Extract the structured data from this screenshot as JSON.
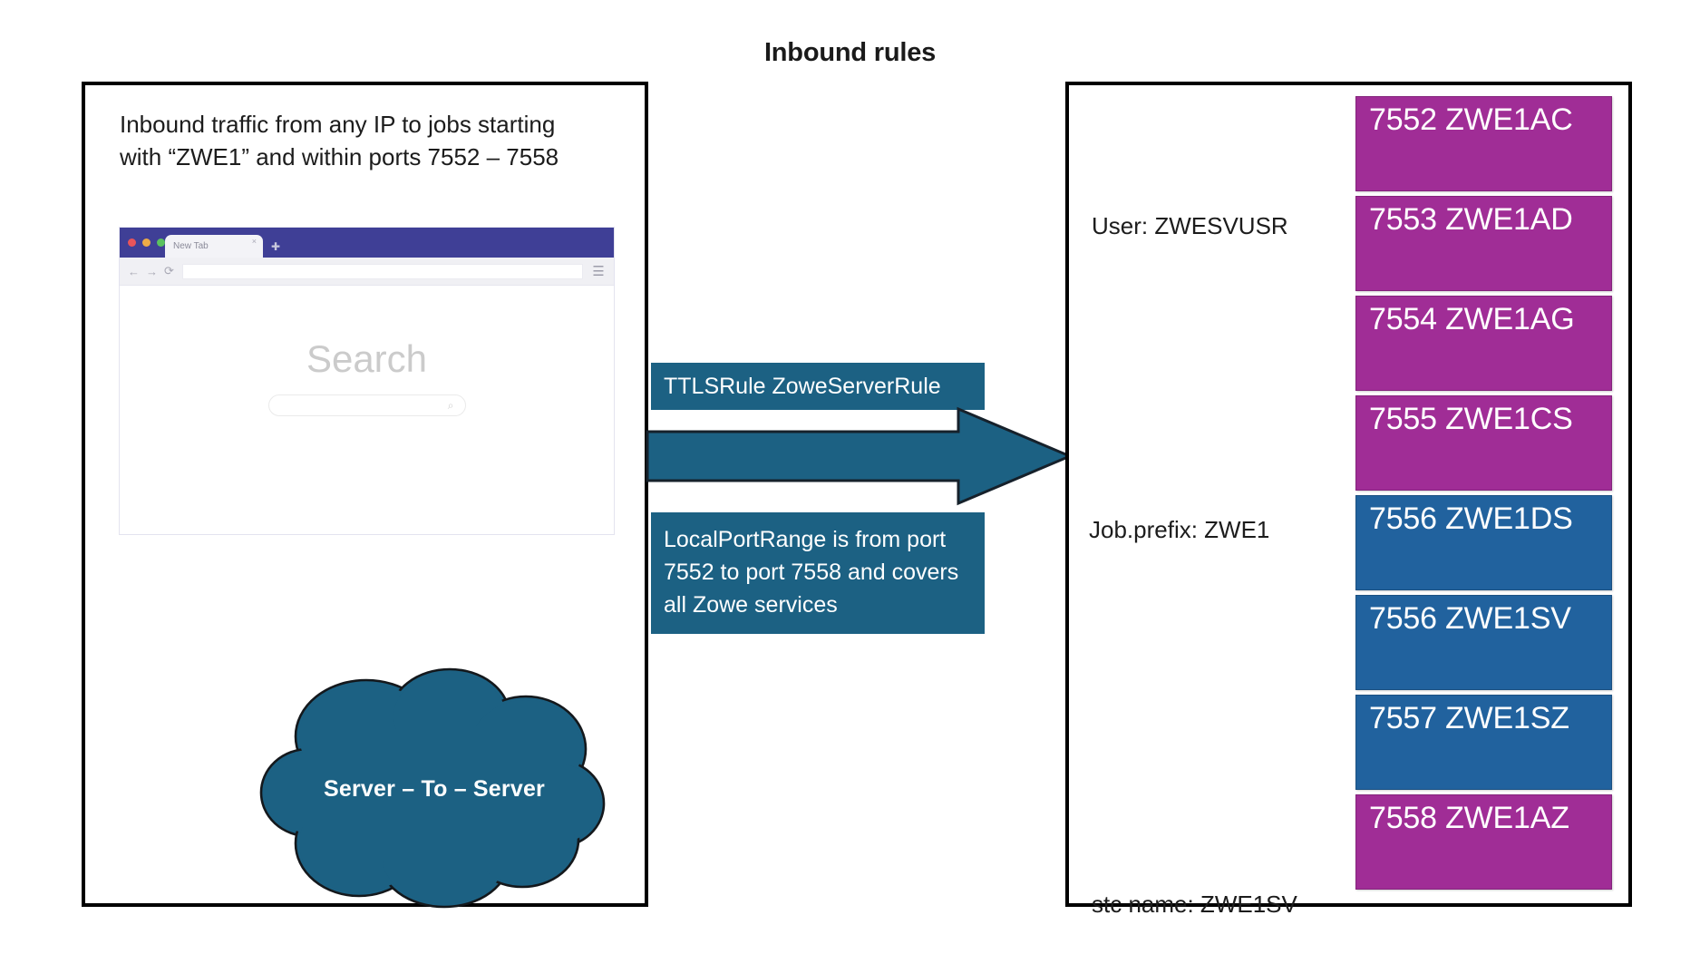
{
  "title": "Inbound rules",
  "left_panel": {
    "caption": "Inbound traffic from any IP to jobs starting with “ZWE1” and within ports 7552 – 7558",
    "browser": {
      "tab_title": "New Tab",
      "tab_close_glyph": "×",
      "new_tab_glyph": "✚",
      "back_glyph": "←",
      "forward_glyph": "→",
      "reload_glyph": "⟳",
      "address_value": "",
      "bookmark_glyph": "☆",
      "menu_glyph": "☰",
      "search_heading": "Search",
      "search_placeholder": "",
      "search_glyph": "⌕"
    },
    "cloud_label": "Server – To – Server"
  },
  "center": {
    "ttls_rule": "TTLSRule ZoweServerRule",
    "port_range_note": "LocalPortRange is from port 7552 to port 7558 and covers all Zowe services",
    "arrow_direction": "right"
  },
  "right_panel": {
    "labels": {
      "user": "User: ZWESVUSR",
      "job_prefix": "Job.prefix: ZWE1",
      "stc_name": "stc name: ZWE1SV"
    },
    "ports": [
      {
        "text": "7552 ZWE1AC",
        "port": "7552",
        "job": "ZWE1AC",
        "color": "#a02d96"
      },
      {
        "text": "7553 ZWE1AD",
        "port": "7553",
        "job": "ZWE1AD",
        "color": "#a02d96"
      },
      {
        "text": "7554 ZWE1AG",
        "port": "7554",
        "job": "ZWE1AG",
        "color": "#a02d96"
      },
      {
        "text": "7555 ZWE1CS",
        "port": "7555",
        "job": "ZWE1CS",
        "color": "#a02d96"
      },
      {
        "text": "7556 ZWE1DS",
        "port": "7556",
        "job": "ZWE1DS",
        "color": "#21629e"
      },
      {
        "text": "7556 ZWE1SV",
        "port": "7556",
        "job": "ZWE1SV",
        "color": "#21629e"
      },
      {
        "text": "7557 ZWE1SZ",
        "port": "7557",
        "job": "ZWE1SZ",
        "color": "#21629e"
      },
      {
        "text": "7558 ZWE1AZ",
        "port": "7558",
        "job": "ZWE1AZ",
        "color": "#a02d96"
      }
    ]
  },
  "colors": {
    "magenta": "#a02d96",
    "blue": "#21629e",
    "teal": "#1c6183",
    "browser_chrome": "#3f3f96",
    "panel_border": "#000000"
  }
}
